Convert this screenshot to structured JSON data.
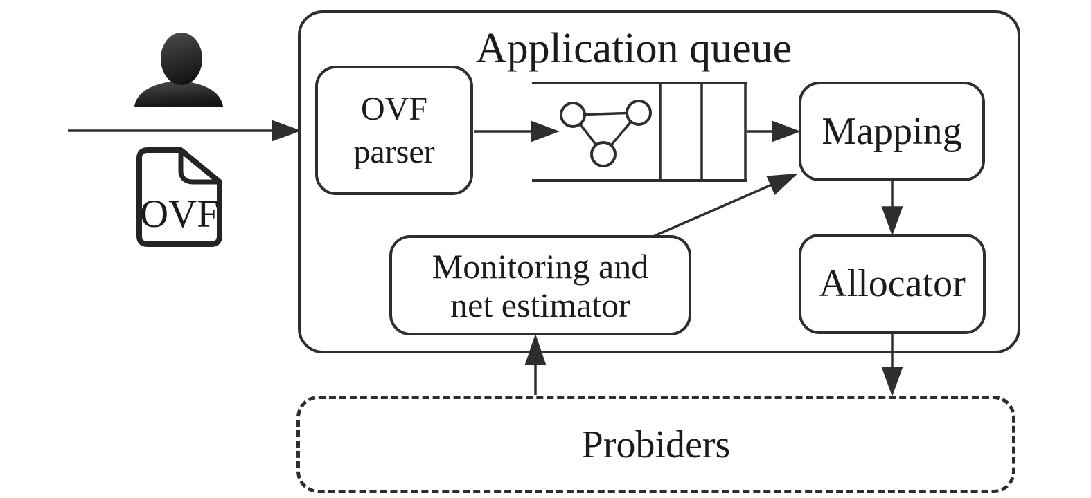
{
  "diagram": {
    "title": "Application queue",
    "input": {
      "user_icon": "user-silhouette-icon",
      "document_icon": "ovf-file-icon",
      "document_label": "OVF"
    },
    "nodes": {
      "ovf_parser": {
        "lines": [
          "OVF",
          "parser"
        ]
      },
      "mapping": {
        "label": "Mapping"
      },
      "monitoring": {
        "lines": [
          "Monitoring and",
          "net estimator"
        ]
      },
      "allocator": {
        "label": "Allocator"
      },
      "providers": {
        "label": "Probiders"
      }
    },
    "colors": {
      "stroke": "#2e2e2e",
      "text": "#1b1b1b",
      "background": "#ffffff"
    }
  }
}
